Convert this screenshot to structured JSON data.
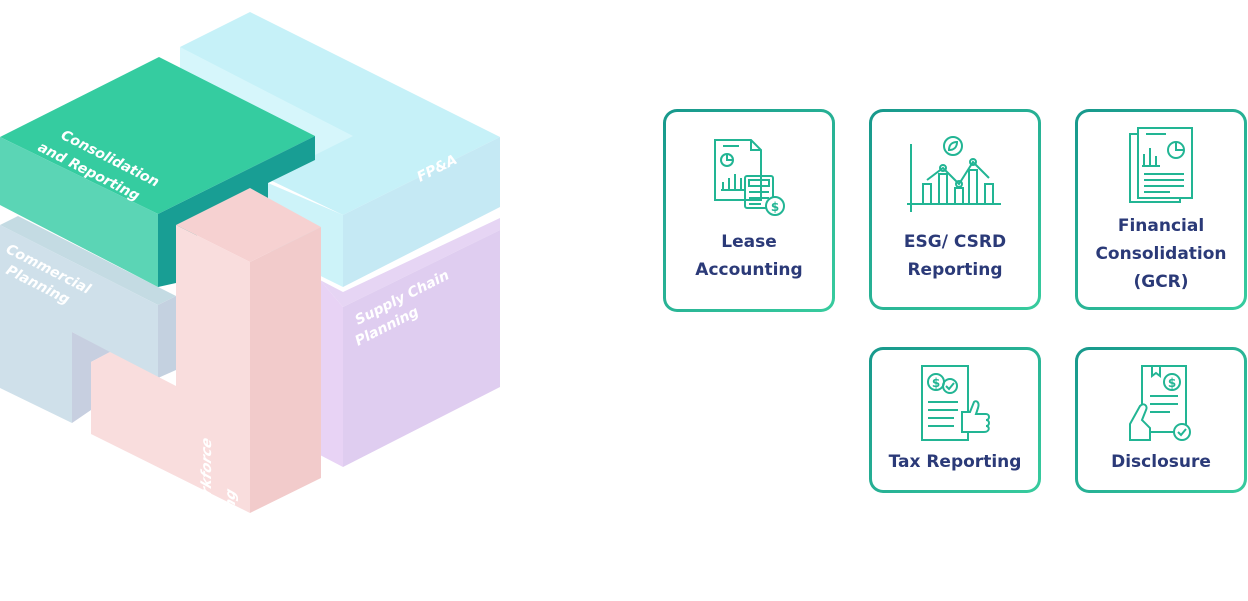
{
  "diagram": {
    "blocks": [
      {
        "id": "fpa",
        "label_lines": [
          "FP&A"
        ],
        "color": "#c8f1f8"
      },
      {
        "id": "supply",
        "label_lines": [
          "Supply Chain",
          "Planning"
        ],
        "color": "#e0cdf1"
      },
      {
        "id": "consolidation",
        "label_lines": [
          "Consolidation",
          "and Reporting"
        ],
        "color": "#35cca0"
      },
      {
        "id": "commercial",
        "label_lines": [
          "Commercial",
          "Planning"
        ],
        "color": "#cfe0ea"
      },
      {
        "id": "hr",
        "label_lines": [
          "HR/Workforce",
          "Planning"
        ],
        "color": "#f9dcdc"
      }
    ]
  },
  "cards": [
    {
      "label": "Lease Accounting",
      "lines": [
        "Lease",
        "Accounting"
      ],
      "icon": "lease-accounting-icon"
    },
    {
      "label": "ESG/ CSRD Reporting",
      "lines": [
        "ESG/ CSRD",
        "Reporting"
      ],
      "icon": "esg-chart-icon"
    },
    {
      "label": "Financial Consolidation (GCR)",
      "lines": [
        "Financial",
        "Consolidation",
        "(GCR)"
      ],
      "icon": "financial-report-icon"
    },
    {
      "label": "Tax Reporting",
      "lines": [
        "Tax Reporting"
      ],
      "icon": "tax-document-icon"
    },
    {
      "label": "Disclosure",
      "lines": [
        "Disclosure"
      ],
      "icon": "disclosure-document-icon"
    }
  ],
  "colors": {
    "accent_start": "#17988c",
    "accent_end": "#38cc9e",
    "text": "#2b3a78"
  }
}
